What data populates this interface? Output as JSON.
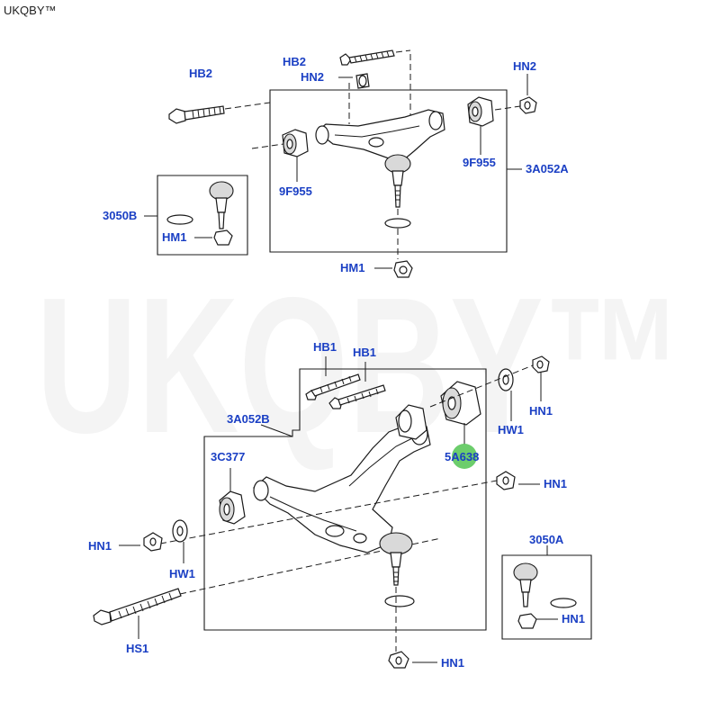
{
  "brand": "UKQBY™",
  "watermark": "UKQBY™",
  "labels": {
    "hb2_a": "HB2",
    "hb2_b": "HB2",
    "hn2_a": "HN2",
    "hn2_b": "HN2",
    "f955_left": "9F955",
    "f955_right": "9F955",
    "a3052a": "3A052A",
    "b3050": "3050B",
    "hm1_a": "HM1",
    "hm1_b": "HM1",
    "hb1_a": "HB1",
    "hb1_b": "HB1",
    "a3052b": "3A052B",
    "c3377": "3C377",
    "hn1_a": "HN1",
    "hw1_a": "HW1",
    "a5638": "5A638",
    "hn1_b": "HN1",
    "hn1_left": "HN1",
    "hw1_left": "HW1",
    "a3050": "3050A",
    "hn1_c": "HN1",
    "hs1": "HS1",
    "hn1_d": "HN1"
  },
  "highlight_color": "#5cc85c",
  "label_color": "#1a3fc4"
}
